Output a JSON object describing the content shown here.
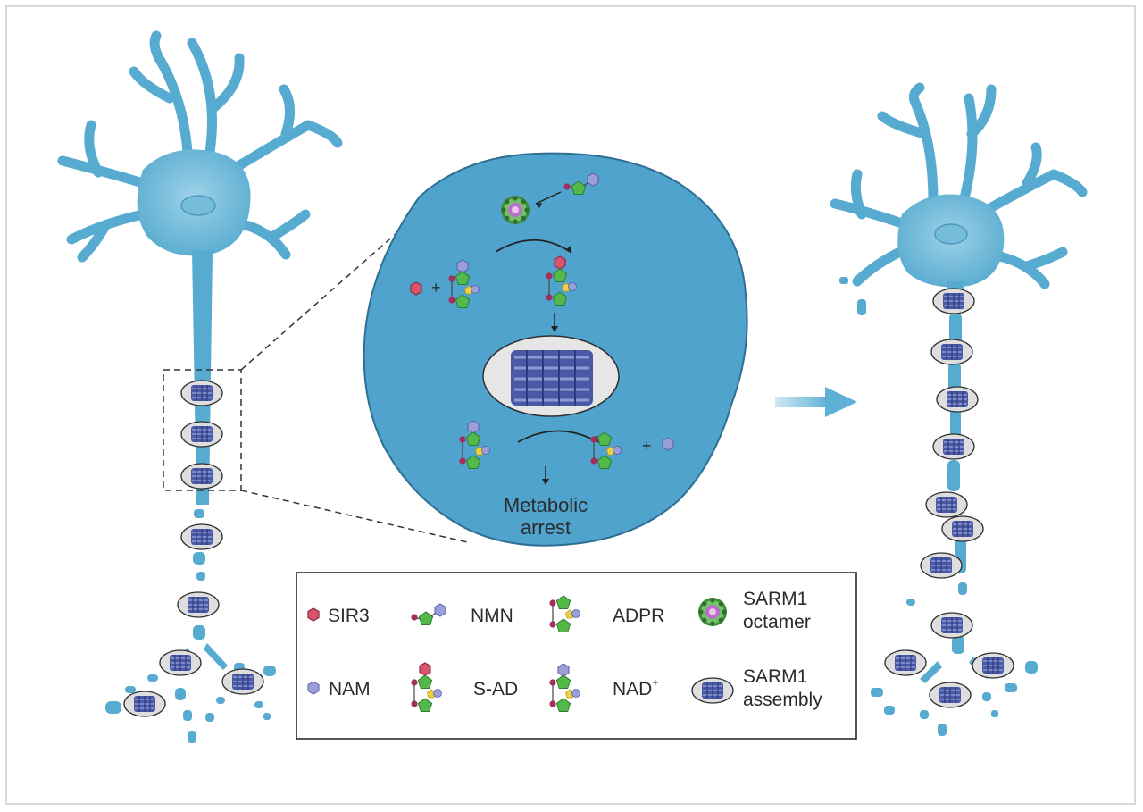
{
  "zoom": {
    "label": "Metabolic arrest",
    "line1": "Metabolic",
    "line2": "arrest"
  },
  "legend": {
    "items": [
      {
        "key": "sir3",
        "label": "SIR3"
      },
      {
        "key": "nmn",
        "label": "NMN"
      },
      {
        "key": "adpr",
        "label": "ADPR"
      },
      {
        "key": "octamer",
        "label": "SARM1 octamer",
        "line1": "SARM1",
        "line2": "octamer"
      },
      {
        "key": "nam",
        "label": "NAM"
      },
      {
        "key": "sad",
        "label": "S-AD"
      },
      {
        "key": "nad",
        "label": "NAD+",
        "base": "NAD",
        "sup": "+"
      },
      {
        "key": "assembly",
        "label": "SARM1 assembly",
        "line1": "SARM1",
        "line2": "assembly"
      }
    ]
  },
  "reaction": {
    "plus_sign": "+"
  },
  "colors": {
    "neuron": "#58abd0",
    "neuron_light": "#9cd0e6",
    "zoom_fill": "#4fa3cd",
    "sir3": "#d9546e",
    "nam": "#9b9fd8",
    "ribose": "#53b94a",
    "phosphate": "#a62d5c",
    "adenine": "#f2d23a",
    "assembly_disc": "#dcdcdc",
    "assembly_glyph": "#3f4e9c",
    "arrow": "#7fc2df"
  },
  "icons": [
    "neuron-icon",
    "sarm1-assembly-icon",
    "sarm1-octamer-icon",
    "right-arrow-icon",
    "zoom-box-icon"
  ]
}
